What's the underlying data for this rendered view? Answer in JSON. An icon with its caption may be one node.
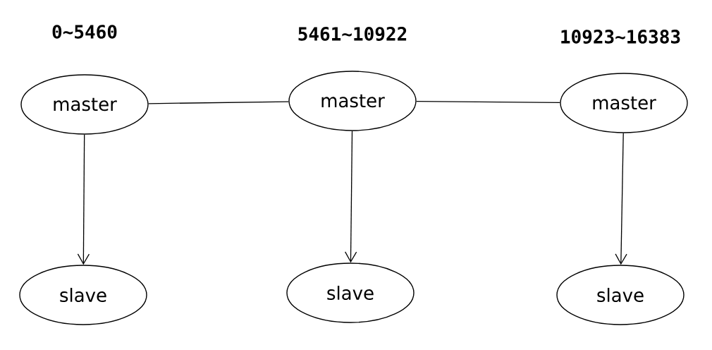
{
  "diagram": {
    "nodes": [
      {
        "text": [
          "master"
        ],
        "beside": [
          "0~5460"
        ]
      },
      {
        "text": [
          "master"
        ],
        "beside": [
          "5461~10922"
        ]
      },
      {
        "text": [
          "master"
        ],
        "beside": [
          "10923~16383"
        ]
      },
      {
        "text": [
          "slave"
        ]
      },
      {
        "text": [
          "slave"
        ]
      },
      {
        "text": [
          "slave"
        ]
      }
    ],
    "edges": [
      {
        "from": 0,
        "to": 1,
        "arrow": "none"
      },
      {
        "from": 1,
        "to": 2,
        "arrow": "none"
      },
      {
        "from": 0,
        "to": 3,
        "arrow": "to"
      },
      {
        "from": 1,
        "to": 4,
        "arrow": "to"
      },
      {
        "from": 2,
        "to": 5,
        "arrow": "to"
      }
    ]
  }
}
